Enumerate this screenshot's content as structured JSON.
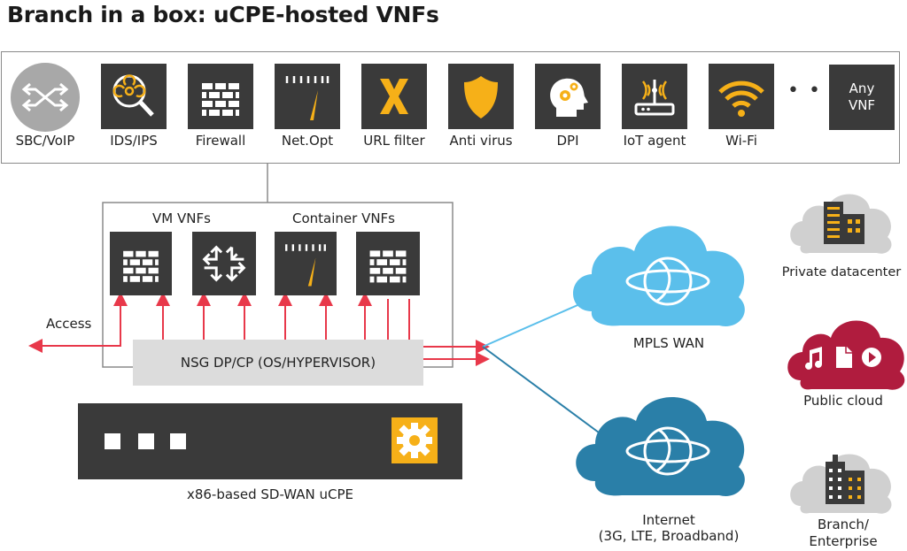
{
  "title": "Branch in a box: uCPE-hosted VNFs",
  "vnf_bar": {
    "items": [
      {
        "label": "SBC/VoIP",
        "icon": "crossing-arrows-icon"
      },
      {
        "label": "IDS/IPS",
        "icon": "biohazard-magnifier-icon"
      },
      {
        "label": "Firewall",
        "icon": "brick-wall-icon"
      },
      {
        "label": "Net.Opt",
        "icon": "gauge-icon"
      },
      {
        "label": "URL filter",
        "icon": "x-mark-icon"
      },
      {
        "label": "Anti virus",
        "icon": "shield-icon"
      },
      {
        "label": "DPI",
        "icon": "head-gears-icon"
      },
      {
        "label": "IoT agent",
        "icon": "router-icon"
      },
      {
        "label": "Wi-Fi",
        "icon": "wifi-icon"
      }
    ],
    "ellipsis": "• • •",
    "any_vnf_line1": "Any",
    "any_vnf_line2": "VNF"
  },
  "ucpe": {
    "vm_label": "VM VNFs",
    "container_label": "Container VNFs",
    "nsg_label": "NSG DP/CP (OS/HYPERVISOR)",
    "access_label": "Access",
    "device_label": "x86-based SD-WAN uCPE"
  },
  "networks": {
    "mpls_label": "MPLS WAN",
    "internet_label_line1": "Internet",
    "internet_label_line2": "(3G, LTE, Broadband)"
  },
  "clouds": {
    "private_label": "Private datacenter",
    "public_label": "Public cloud",
    "branch_label_line1": "Branch/",
    "branch_label_line2": "Enterprise"
  },
  "colors": {
    "tile": "#3a3a3a",
    "accent_orange": "#f6b018",
    "arrow_red": "#e8384a",
    "mpls_blue": "#5bbfeb",
    "internet_blue": "#2a7fa8",
    "public_cloud_red": "#b01c3e",
    "gray_cloud": "#d0d0d0"
  }
}
